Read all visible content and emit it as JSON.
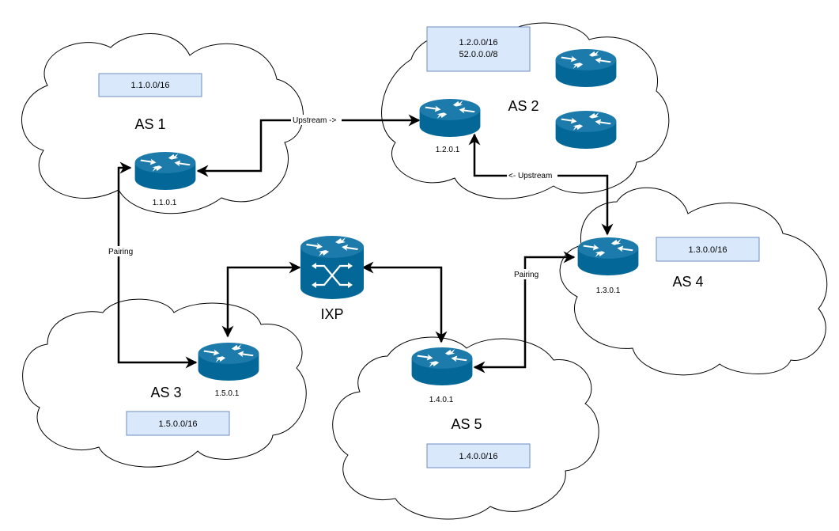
{
  "diagram": {
    "colors": {
      "router": "#036897",
      "router_top": "#1a7aa8",
      "router_arrows": "#ffffff",
      "prefix_fill": "#dae8fc",
      "prefix_stroke": "#6c8ebf",
      "link": "#000000"
    },
    "autonomous_systems": [
      {
        "id": "as1",
        "label": "AS 1",
        "prefixes": [
          "1.1.0.0/16"
        ],
        "router_ip": "1.1.0.1"
      },
      {
        "id": "as2",
        "label": "AS 2",
        "prefixes": [
          "1.2.0.0/16",
          "52.0.0.0/8"
        ],
        "router_ip": "1.2.0.1",
        "extra_routers": 2
      },
      {
        "id": "as3",
        "label": "AS 3",
        "prefixes": [
          "1.5.0.0/16"
        ],
        "router_ip": "1.5.0.1"
      },
      {
        "id": "as4",
        "label": "AS 4",
        "prefixes": [
          "1.3.0.0/16"
        ],
        "router_ip": "1.3.0.1"
      },
      {
        "id": "as5",
        "label": "AS 5",
        "prefixes": [
          "1.4.0.0/16"
        ],
        "router_ip": "1.4.0.1"
      }
    ],
    "ixp": {
      "label": "IXP"
    },
    "links": [
      {
        "from": "1.1.0.1",
        "to": "1.2.0.1",
        "label": "Upstream ->",
        "arrows": "both"
      },
      {
        "from": "1.3.0.1",
        "to": "1.2.0.1",
        "label": "<- Upstream",
        "arrows": "both"
      },
      {
        "from": "1.1.0.1",
        "to": "1.5.0.1",
        "label": "Pairing",
        "arrows": "both"
      },
      {
        "from": "1.4.0.1",
        "to": "1.3.0.1",
        "label": "Pairing",
        "arrows": "both"
      },
      {
        "from": "1.5.0.1",
        "to": "IXP",
        "label": "",
        "arrows": "both"
      },
      {
        "from": "IXP",
        "to": "1.4.0.1",
        "label": "",
        "arrows": "both"
      }
    ]
  }
}
